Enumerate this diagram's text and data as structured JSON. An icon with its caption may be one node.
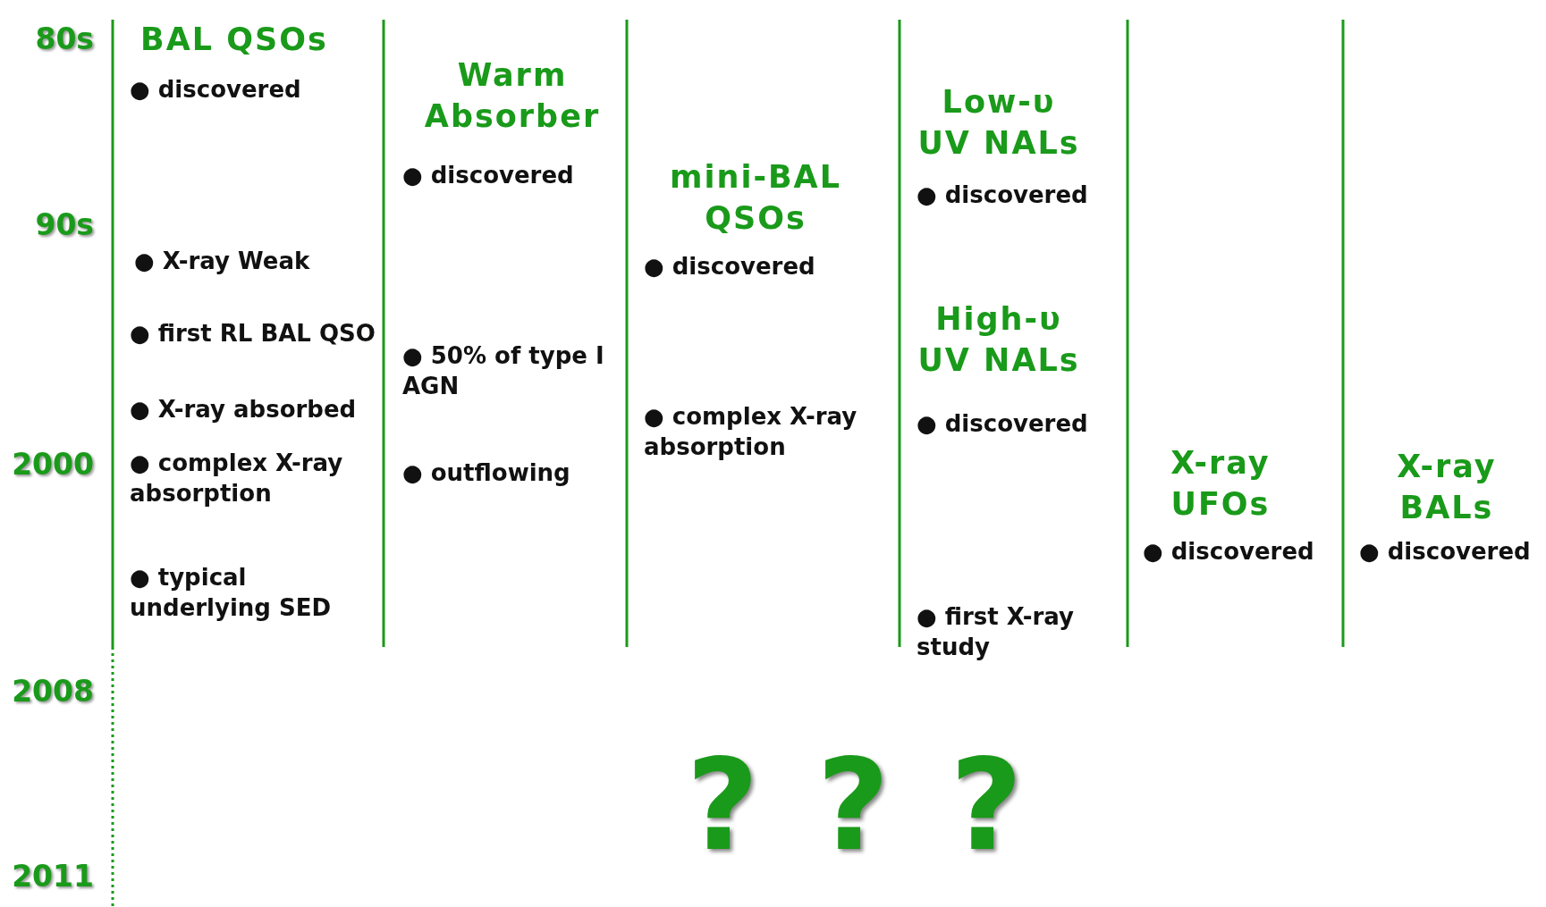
{
  "diagram": {
    "labels": [
      "80s",
      "90s",
      "2000",
      "2008",
      "2011",
      "BAL QSOs",
      "● discovered",
      "● X-ray Weak",
      "● first RL BAL QSO",
      "● X-ray absorbed",
      "● complex X-ray absorption",
      "● typical underlying SED",
      "Warm Absorber",
      "● discovered",
      "● 50% of type I AGN",
      "● outflowing",
      "mini-BAL QSOs",
      "● discovered",
      "● complex X-ray absorption",
      "Low-υ UV NALs",
      "● discovered",
      "High-υ UV NALs",
      "● discovered",
      "● first X-ray study",
      "X-ray UFOs",
      "● discovered",
      "X-ray BALs",
      "● discovered",
      "?",
      "?",
      "?"
    ]
  }
}
